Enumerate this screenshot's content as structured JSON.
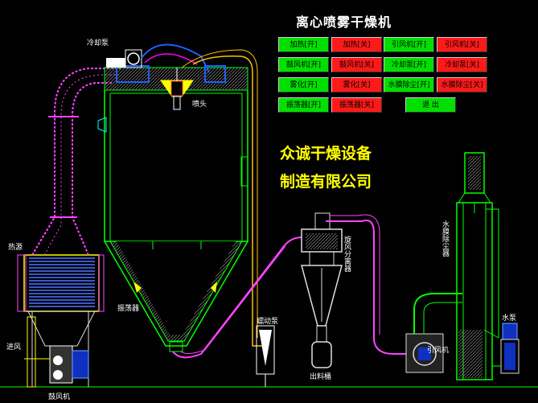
{
  "title": "离心喷雾干燥机",
  "company": {
    "line1": "众诚干燥设备",
    "line2": "制造有限公司"
  },
  "buttons": {
    "heat_on": "加热[开]",
    "heat_off": "加热[关]",
    "induced_fan_on": "引风机[开]",
    "induced_fan_off": "引风机[关]",
    "blower_on": "鼓风机[开]",
    "blower_off": "鼓风机[关]",
    "cooling_pump_on": "冷却泵[开]",
    "cooling_pump_off": "冷却泵[关]",
    "atomize_on": "雾化[开]",
    "atomize_off": "雾化[关]",
    "water_dust_on": "水膜除尘[开]",
    "water_dust_off": "水膜除尘[关]",
    "vibrator_on": "振荡器[开]",
    "vibrator_off": "振荡器[关]",
    "exit": "退 出"
  },
  "labels": {
    "cooling_pump": "冷却泵",
    "nozzle": "喷头",
    "heat_source": "热源",
    "air_inlet": "进风",
    "blower": "鼓风机",
    "vibrator": "振荡器",
    "peristaltic_pump": "蠕动泵",
    "cyclone": "旋风分离器",
    "discharge": "出料桶",
    "induced_fan": "引风机",
    "water_dust_collector": "水膜除尘器",
    "water_pump": "水泵"
  },
  "colors": {
    "on_button": "#00e000",
    "off_button": "#ff1a1a",
    "duct": "#ff44ff",
    "tower": "#00ff00",
    "hot_pipe": "#ffc000",
    "air_flow": "#ff00ff"
  }
}
